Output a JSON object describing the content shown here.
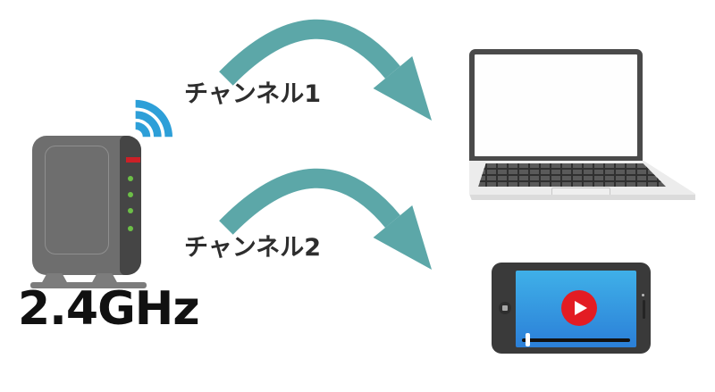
{
  "router": {
    "frequency_label": "2.4GHz",
    "led_count": 4
  },
  "channels": [
    {
      "label": "チャンネル1"
    },
    {
      "label": "チャンネル2"
    }
  ],
  "colors": {
    "arrow": "#5CA7A8",
    "wifi_blue": "#2D9FD8",
    "router_body": "#6E6E6E",
    "router_panel": "#454545",
    "stripe_red": "#CC2027",
    "led_green": "#6CBF47",
    "screen_blue_top": "#3FB0E8",
    "screen_blue_bottom": "#2B7FD8",
    "play_red": "#E31C23"
  }
}
